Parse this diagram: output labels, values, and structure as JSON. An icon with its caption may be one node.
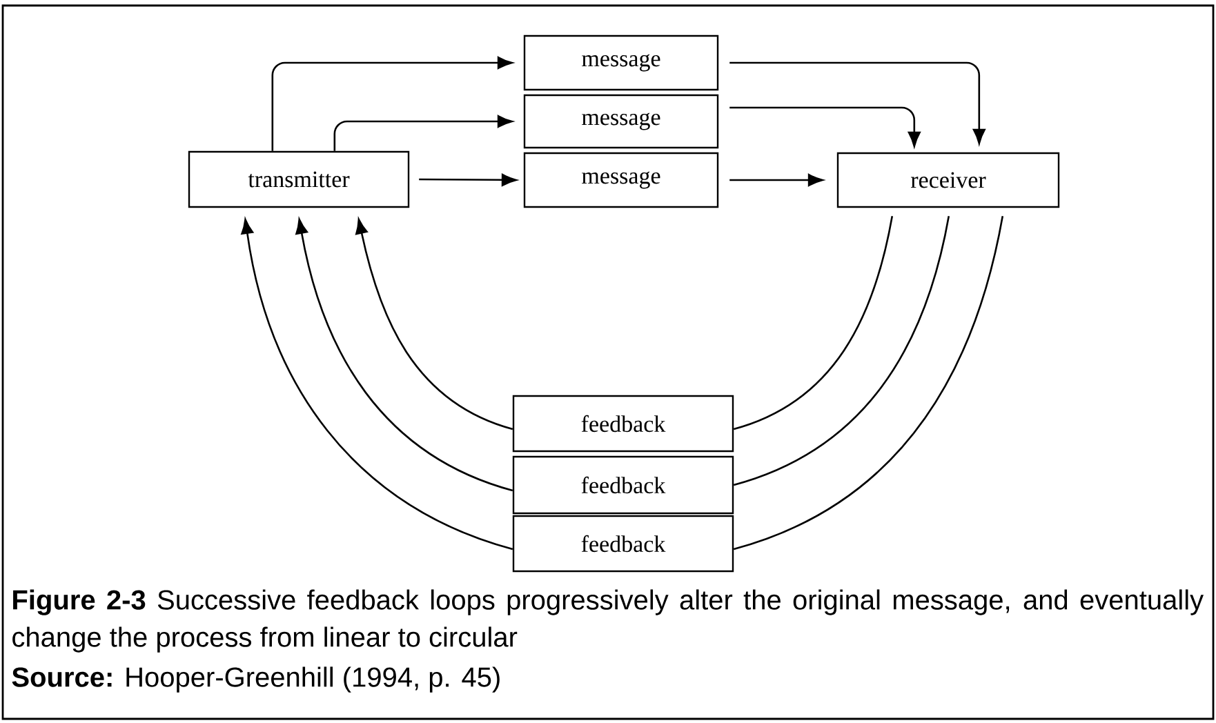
{
  "diagram": {
    "caption": "**Figure 2-3** Successive feedback loops progressively alter the original message, and eventually change the process from linear to circular",
    "nodes": [
      {
        "text": [
          "transmitter"
        ]
      },
      {
        "text": [
          "message"
        ]
      },
      {
        "text": [
          "message"
        ]
      },
      {
        "text": [
          "message"
        ]
      },
      {
        "text": [
          "receiver"
        ]
      },
      {
        "text": [
          "feedback"
        ]
      },
      {
        "text": [
          "feedback"
        ]
      },
      {
        "text": [
          "feedback"
        ]
      }
    ],
    "edges": [
      {
        "from": 0,
        "to": 1,
        "arrow": "to"
      },
      {
        "from": 0,
        "to": 2,
        "arrow": "to"
      },
      {
        "from": 0,
        "to": 3,
        "arrow": "to"
      },
      {
        "from": 1,
        "to": 4,
        "arrow": "to"
      },
      {
        "from": 2,
        "to": 4,
        "arrow": "to"
      },
      {
        "from": 3,
        "to": 4,
        "arrow": "to"
      },
      {
        "from": 4,
        "to": 5,
        "arrow": "none"
      },
      {
        "from": 4,
        "to": 6,
        "arrow": "none"
      },
      {
        "from": 4,
        "to": 7,
        "arrow": "none"
      },
      {
        "from": 5,
        "to": 0,
        "arrow": "to"
      },
      {
        "from": 6,
        "to": 0,
        "arrow": "to"
      },
      {
        "from": 7,
        "to": 0,
        "arrow": "to"
      }
    ],
    "labels": [
      "**Source:** Hooper-Greenhill (1994, p. 45)"
    ]
  }
}
